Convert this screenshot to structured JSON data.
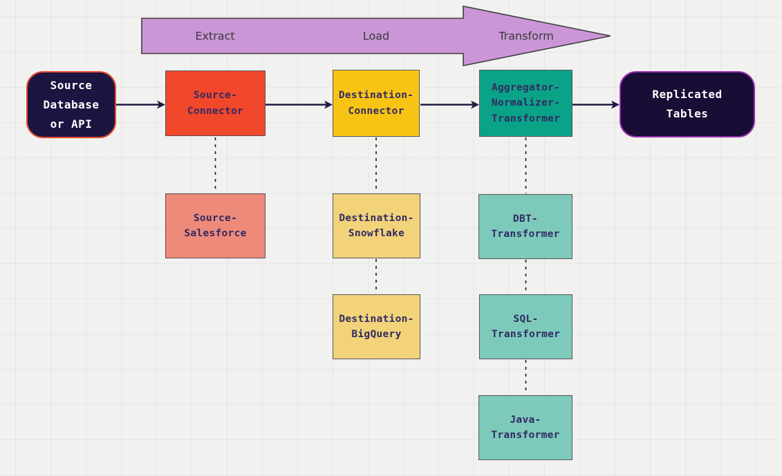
{
  "diagram": {
    "phase_arrow": {
      "labels": [
        "Extract",
        "Load",
        "Transform"
      ],
      "fill": "#cb96d8",
      "border": "#3d3d3d"
    },
    "nodes": {
      "source_database": {
        "label": "Source\nDatabase\nor API",
        "fill": "#1c1542",
        "border": "#e8492e",
        "text_color": "#ffffff"
      },
      "source_connector": {
        "label": "Source-\nConnector",
        "fill": "#f1472a",
        "text_color": "#312a63"
      },
      "destination_connector": {
        "label": "Destination-\nConnector",
        "fill": "#f8c414",
        "text_color": "#312a63"
      },
      "aggregator_normalizer_transformer": {
        "label": "Aggregator-\nNormalizer-\nTransformer",
        "fill": "#0ba387",
        "text_color": "#312a63"
      },
      "replicated_tables": {
        "label": "Replicated\nTables",
        "fill": "#170d35",
        "border": "#9b2fae",
        "text_color": "#ffffff"
      },
      "source_salesforce": {
        "label": "Source-\nSalesforce",
        "fill": "#ee8a7a",
        "text_color": "#312a63"
      },
      "destination_snowflake": {
        "label": "Destination-\nSnowflake",
        "fill": "#f2d37a",
        "text_color": "#312a63"
      },
      "destination_bigquery": {
        "label": "Destination-\nBigQuery",
        "fill": "#f2d37a",
        "text_color": "#312a63"
      },
      "dbt_transformer": {
        "label": "DBT-\nTransformer",
        "fill": "#7dcabb",
        "text_color": "#312a63"
      },
      "sql_transformer": {
        "label": "SQL-\nTransformer",
        "fill": "#7dcabb",
        "text_color": "#312a63"
      },
      "java_transformer": {
        "label": "Java-\nTransformer",
        "fill": "#7dcabb",
        "text_color": "#312a63"
      }
    },
    "connector_color": "#1c1a45"
  }
}
